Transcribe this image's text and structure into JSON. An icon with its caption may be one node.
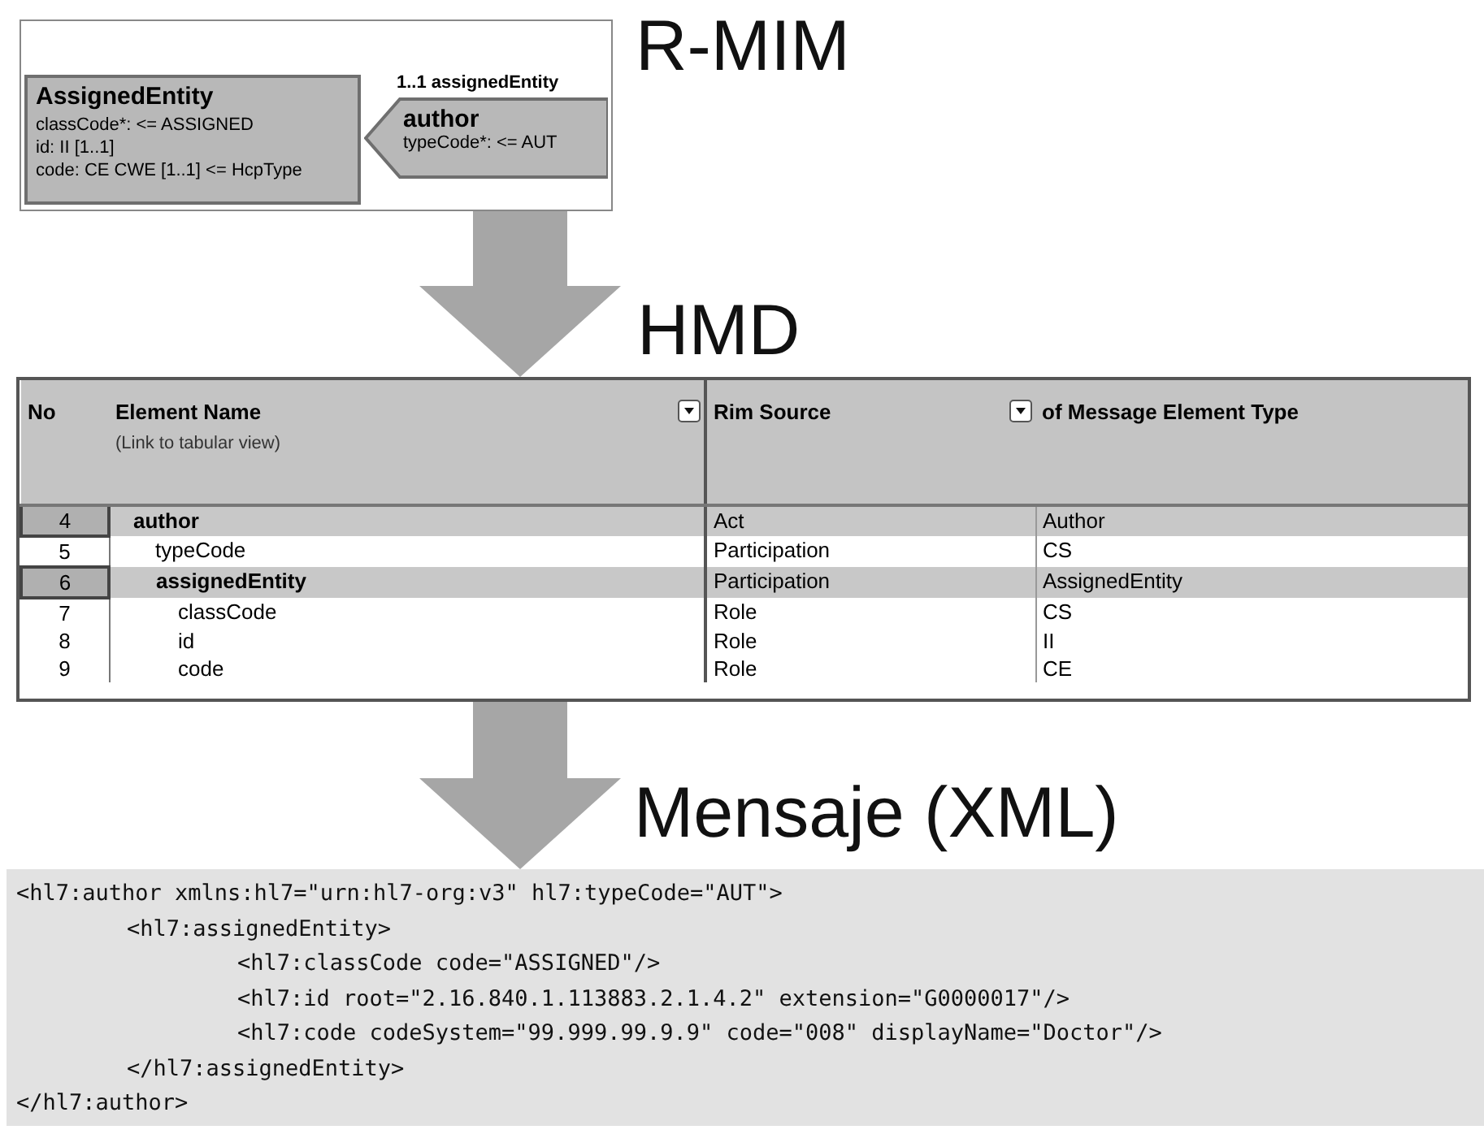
{
  "diagram": {
    "nodes": [
      {
        "text": [
          "R-MIM"
        ]
      },
      {
        "text": [
          "AssignedEntity",
          "classCode*: <= ASSIGNED",
          "id: II [1..1]",
          "code: CE CWE [1..1] <= HcpType"
        ],
        "in": 0
      },
      {
        "text": [
          "author",
          "typeCode*: <= AUT"
        ],
        "in": 0,
        "beside": [
          "1..1 assignedEntity"
        ]
      },
      {
        "text": [
          "HMD"
        ]
      },
      {
        "text": [
          "Mensaje (XML)",
          "<hl7:author xmlns:hl7=\"urn:hl7-org:v3\" hl7:typeCode=\"AUT\">",
          "<hl7:assignedEntity>",
          "<hl7:classCode code=\"ASSIGNED\"/>",
          "<hl7:id root=\"2.16.840.1.113883.2.1.4.2\" extension=\"G0000017\"/>",
          "<hl7:code codeSystem=\"99.999.99.9.9\" code=\"008\" displayName=\"Doctor\"/>",
          "</hl7:assignedEntity>",
          "</hl7:author>"
        ]
      }
    ],
    "edges": [
      {
        "from": 0,
        "to": 3,
        "arrow": "to"
      },
      {
        "from": 3,
        "to": 4,
        "arrow": "to"
      }
    ],
    "labels": [
      "No",
      "Element Name",
      "(Link to tabular view)",
      "Rim Source",
      "of Message Element Type",
      "4",
      "author",
      "Act",
      "Author",
      "5",
      "typeCode",
      "Participation",
      "CS",
      "6",
      "assignedEntity",
      "Participation",
      "AssignedEntity",
      "7",
      "classCode",
      "Role",
      "CS",
      "8",
      "id",
      "Role",
      "II",
      "9",
      "code",
      "Role",
      "CE"
    ]
  }
}
